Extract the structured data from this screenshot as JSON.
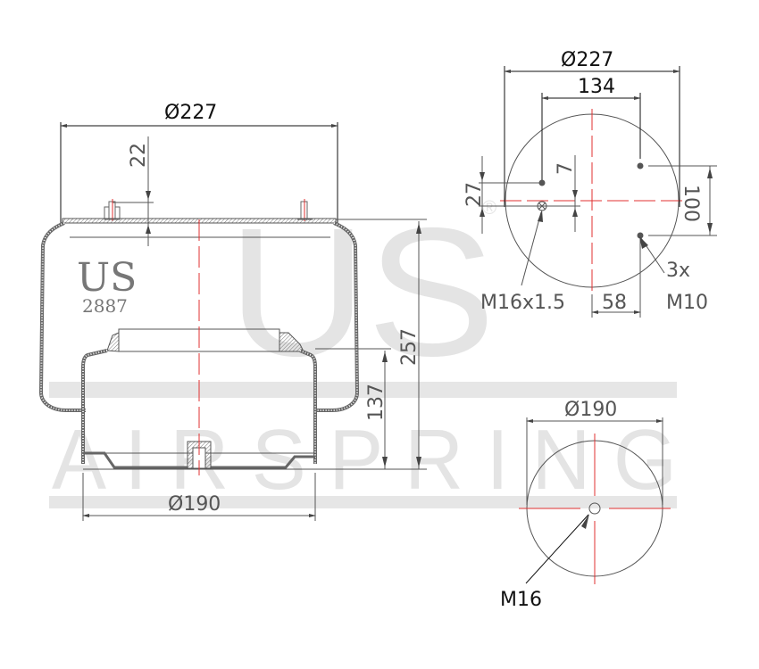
{
  "watermark": {
    "logo": "US",
    "registered": "®",
    "tagline": "A I R   S P R I N G"
  },
  "side_view": {
    "brand_mark": "US",
    "part_number": "2887",
    "dimensions": {
      "top_diameter": "Ø227",
      "top_plate_height": "22",
      "overall_height": "257",
      "piston_height": "137",
      "piston_diameter": "Ø190"
    }
  },
  "top_view": {
    "dimensions": {
      "outer_diameter": "Ø227",
      "stud_spacing": "134",
      "air_inlet_offset": "7",
      "left_offset": "27",
      "stud_vertical_spacing": "100",
      "stud_horizontal_offset": "58"
    },
    "callouts": {
      "air_inlet": "M16x1.5",
      "studs_count": "3x",
      "studs_thread": "M10"
    }
  },
  "bottom_view": {
    "dimensions": {
      "diameter": "Ø190"
    },
    "callouts": {
      "center_thread": "M16"
    }
  },
  "colors": {
    "outline": "#555555",
    "center_line": "#e03030",
    "watermark": "#e4e4e4"
  }
}
